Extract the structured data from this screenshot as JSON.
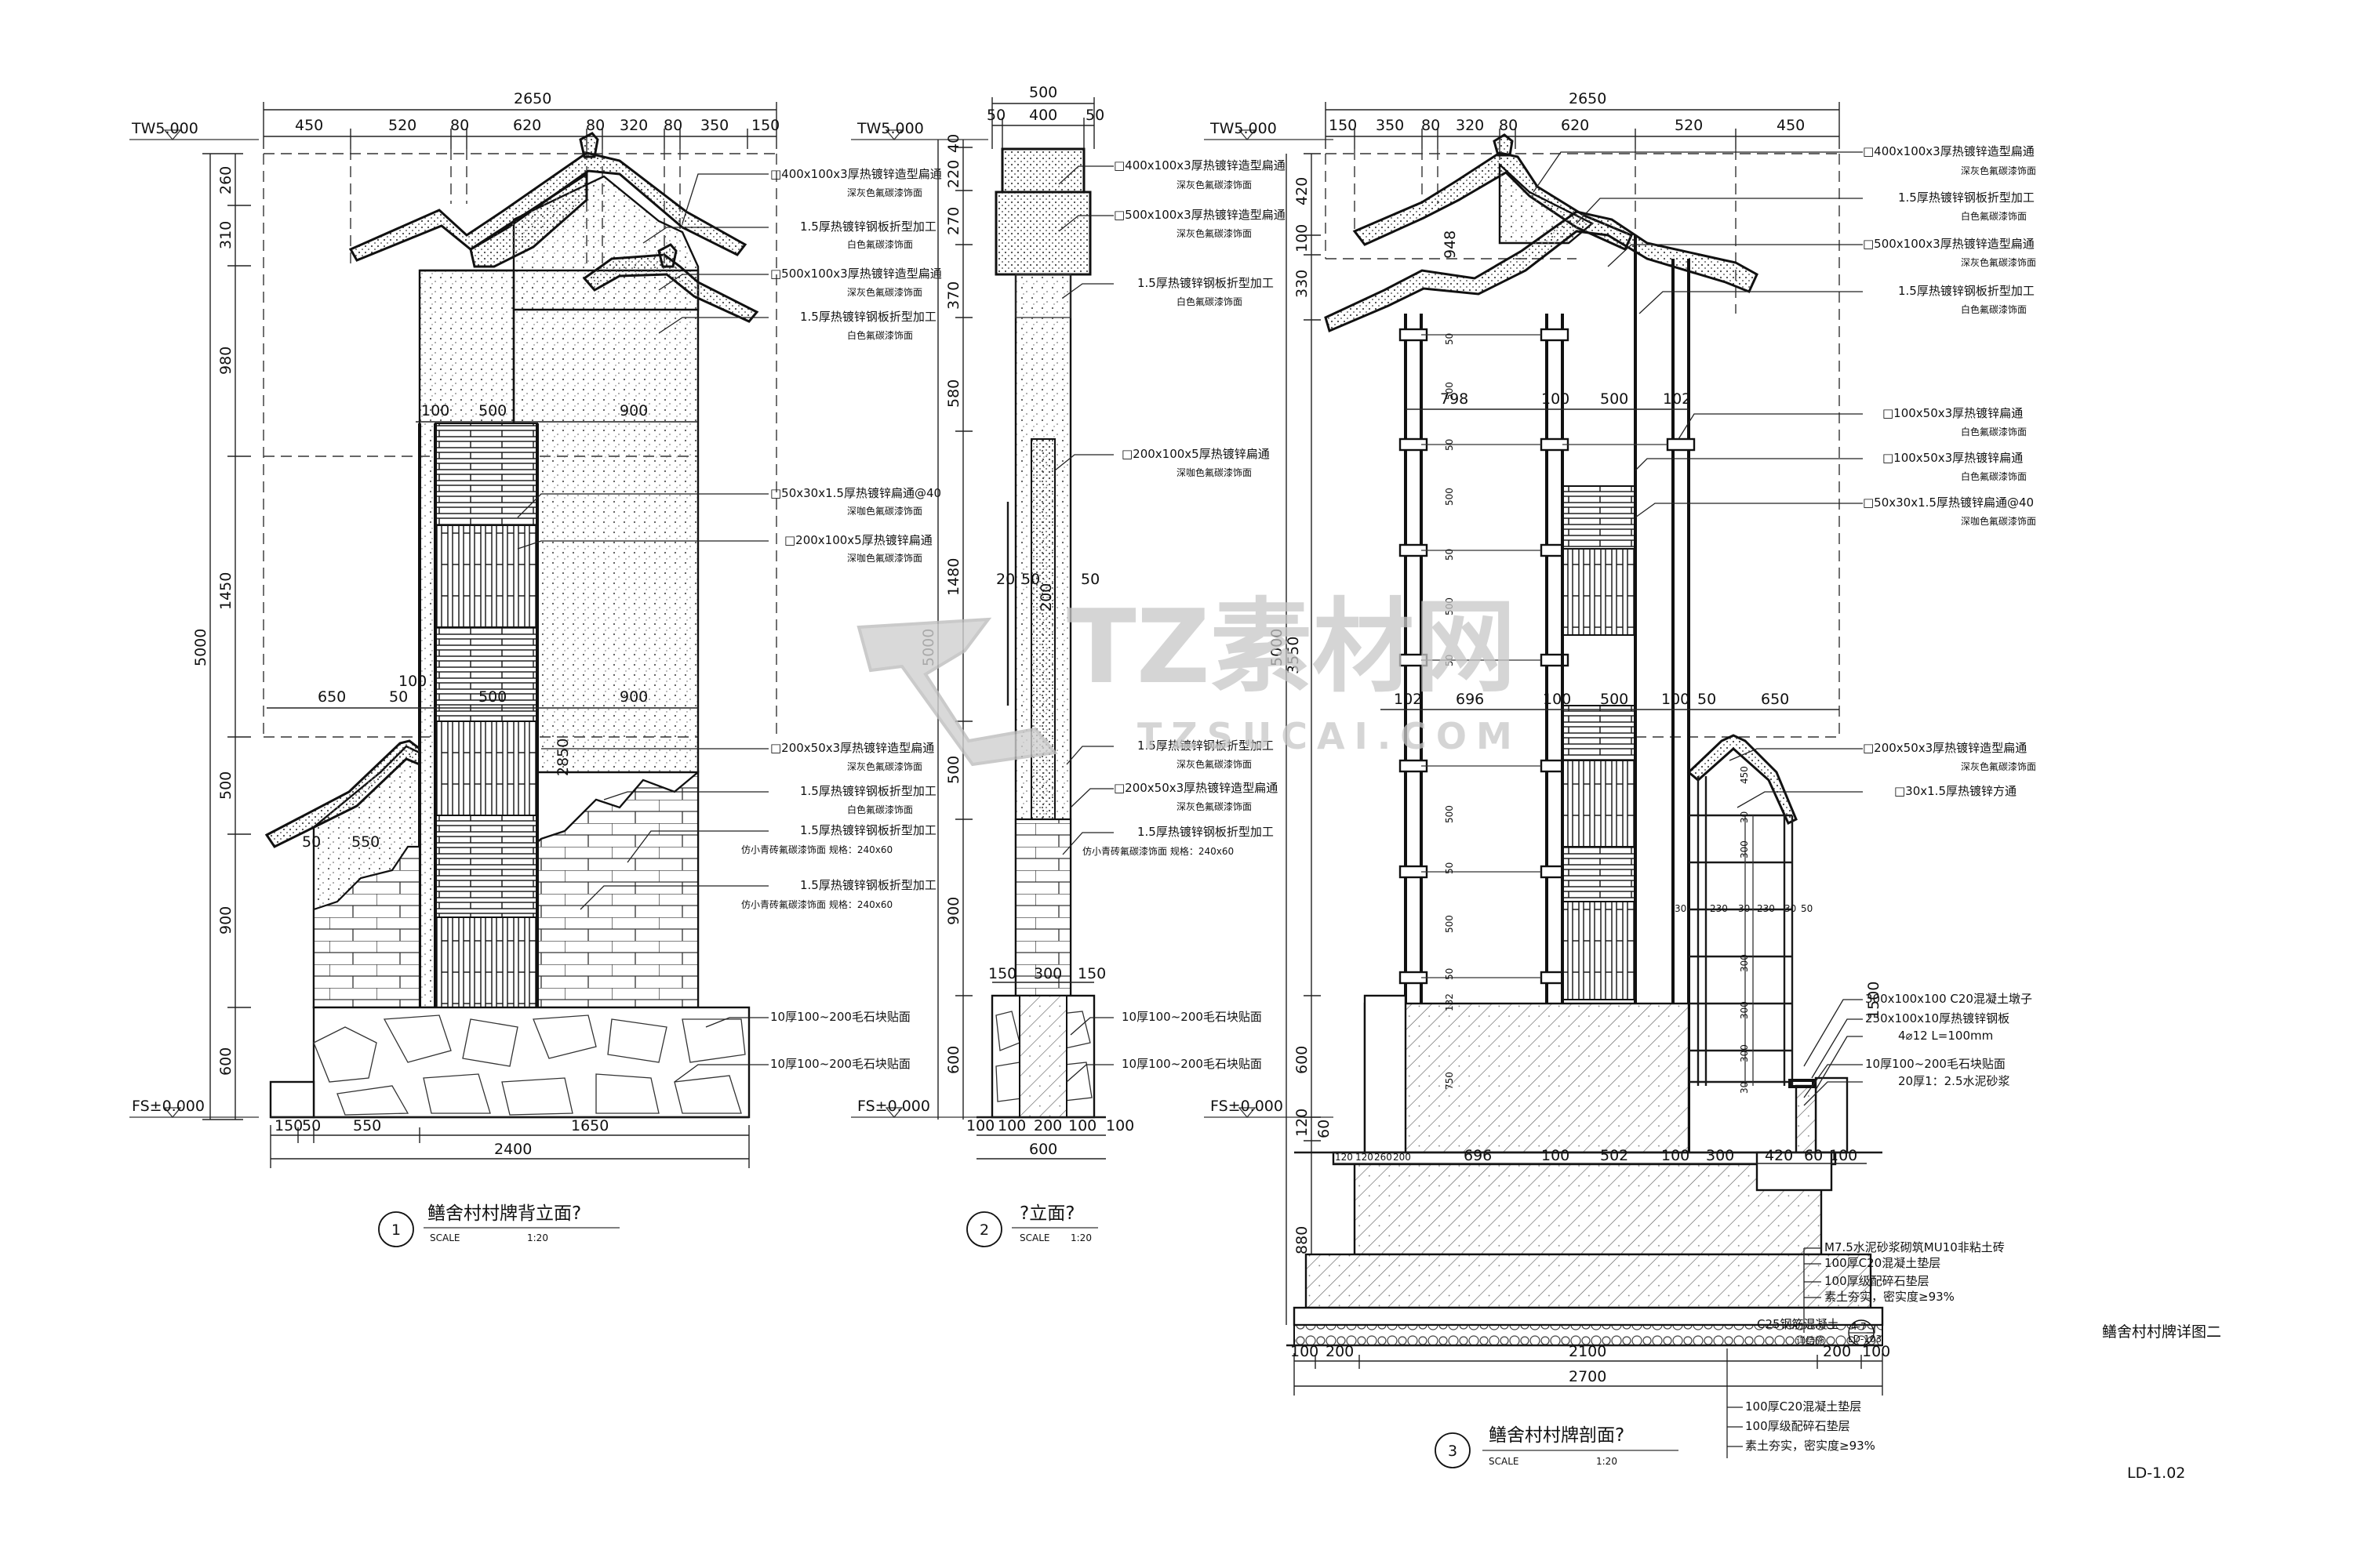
{
  "view1": {
    "dims_top": [
      "2650",
      "450",
      "520",
      "80",
      "620",
      "80",
      "320",
      "80",
      "350",
      "150"
    ],
    "dims_left": [
      "5000",
      "260",
      "310",
      "980",
      "1450",
      "500",
      "900",
      "600"
    ],
    "dims_inner": [
      "100",
      "500",
      "900",
      "650",
      "50",
      "100",
      "500",
      "900",
      "50",
      "550",
      "2850"
    ],
    "dims_bottom": [
      "150",
      "50",
      "550",
      "1650",
      "2400"
    ],
    "levels": {
      "top": "TW5.000",
      "bottom": "FS±0.000"
    },
    "notes": [
      [
        "□400x100x3厚热镀锌造型扁通",
        "深灰色氟碳漆饰面"
      ],
      [
        "1.5厚热镀锌钢板折型加工",
        "白色氟碳漆饰面"
      ],
      [
        "□500x100x3厚热镀锌造型扁通",
        "深灰色氟碳漆饰面"
      ],
      [
        "1.5厚热镀锌钢板折型加工",
        "白色氟碳漆饰面"
      ],
      [
        "□50x30x1.5厚热镀锌扁通@40",
        "深咖色氟碳漆饰面"
      ],
      [
        "□200x100x5厚热镀锌扁通",
        "深咖色氟碳漆饰面"
      ],
      [
        "□200x50x3厚热镀锌造型扁通",
        "深灰色氟碳漆饰面"
      ],
      [
        "1.5厚热镀锌钢板折型加工",
        "白色氟碳漆饰面"
      ],
      [
        "1.5厚热镀锌钢板折型加工",
        "仿小青砖氟碳漆饰面  规格：240x60"
      ],
      [
        "1.5厚热镀锌钢板折型加工",
        "仿小青砖氟碳漆饰面  规格：240x60"
      ],
      [
        "10厚100~200毛石块贴面"
      ],
      [
        "10厚100~200毛石块贴面"
      ]
    ],
    "title": {
      "num": "1",
      "name": "鳝舍村村牌背立面?",
      "scale_label": "SCALE",
      "scale": "1:20"
    }
  },
  "view2": {
    "dims_top": [
      "500",
      "400",
      "50",
      "50"
    ],
    "dims_left": [
      "5000",
      "40",
      "220",
      "270",
      "370",
      "580",
      "1480",
      "500",
      "900",
      "600"
    ],
    "dims_inner": [
      "20",
      "50",
      "200",
      "50",
      "150",
      "300",
      "150"
    ],
    "dims_bottom": [
      "100",
      "100",
      "200",
      "100",
      "100",
      "600"
    ],
    "levels": {
      "top": "TW5.000",
      "bottom": "FS±0.000"
    },
    "notes": [
      [
        "□400x100x3厚热镀锌造型扁通",
        "深灰色氟碳漆饰面"
      ],
      [
        "□500x100x3厚热镀锌造型扁通",
        "深灰色氟碳漆饰面"
      ],
      [
        "1.5厚热镀锌钢板折型加工",
        "白色氟碳漆饰面"
      ],
      [
        "□200x100x5厚热镀锌扁通",
        "深咖色氟碳漆饰面"
      ],
      [
        "1.5厚热镀锌钢板折型加工",
        "深灰色氟碳漆饰面"
      ],
      [
        "□200x50x3厚热镀锌造型扁通",
        "深灰色氟碳漆饰面"
      ],
      [
        "1.5厚热镀锌钢板折型加工",
        "仿小青砖氟碳漆饰面  规格：240x60"
      ],
      [
        "10厚100~200毛石块贴面"
      ],
      [
        "10厚100~200毛石块贴面"
      ]
    ],
    "title": {
      "num": "2",
      "name": "?立面?",
      "scale_label": "SCALE",
      "scale": "1:20"
    }
  },
  "view3": {
    "dims_top": [
      "2650",
      "150",
      "350",
      "80",
      "320",
      "80",
      "620",
      "520",
      "450"
    ],
    "dims_left": [
      "5000",
      "420",
      "100",
      "330",
      "600",
      "120",
      "60",
      "880",
      "200"
    ],
    "dims_inner": [
      "798",
      "100",
      "500",
      "102",
      "102",
      "696",
      "100",
      "500",
      "100",
      "50",
      "650",
      "948",
      "3550",
      "1500"
    ],
    "dims_col": [
      "50",
      "500",
      "50",
      "500",
      "50",
      "500",
      "50",
      "500",
      "50",
      "500",
      "50",
      "132",
      "750"
    ],
    "dims_side": [
      "450",
      "30",
      "300",
      "300",
      "300",
      "300",
      "30",
      "230",
      "30",
      "230",
      "30",
      "50",
      "30"
    ],
    "dims_base": [
      "120",
      "120",
      "260",
      "200",
      "696",
      "100",
      "502",
      "100",
      "300",
      "420",
      "60",
      "100"
    ],
    "dims_bottom": [
      "100",
      "200",
      "2100",
      "200",
      "100",
      "2700"
    ],
    "levels": {
      "top": "TW5.000",
      "bottom": "FS±0.000"
    },
    "notes": [
      [
        "□400x100x3厚热镀锌造型扁通",
        "深灰色氟碳漆饰面"
      ],
      [
        "1.5厚热镀锌钢板折型加工",
        "白色氟碳漆饰面"
      ],
      [
        "□500x100x3厚热镀锌造型扁通",
        "深灰色氟碳漆饰面"
      ],
      [
        "1.5厚热镀锌钢板折型加工",
        "白色氟碳漆饰面"
      ],
      [
        "□100x50x3厚热镀锌扁通",
        "白色氟碳漆饰面"
      ],
      [
        "□100x50x3厚热镀锌扁通",
        "白色氟碳漆饰面"
      ],
      [
        "□50x30x1.5厚热镀锌扁通@40",
        "深咖色氟碳漆饰面"
      ],
      [
        "□200x50x3厚热镀锌造型扁通",
        "深灰色氟碳漆饰面"
      ],
      [
        "□30x1.5厚热镀锌方通"
      ]
    ],
    "base_notes": [
      "300x100x100  C20混凝土墩子",
      "250x100x10厚热镀锌钢板",
      "4⌀12  L=100mm",
      "10厚100~200毛石块贴面",
      "20厚1：2.5水泥砂浆"
    ],
    "found_notes": [
      "M7.5水泥砂浆砌筑MU10非粘土砖",
      "100厚C20混凝土垫层",
      "100厚级配碎石垫层",
      "素土夯实，密实度≥93%",
      "C25钢筋混凝土",
      "详结施"
    ],
    "detail_ref": "4-7",
    "detail_sheet": "LD-103",
    "bottom_notes": [
      "100厚C20混凝土垫层",
      "100厚级配碎石垫层",
      "素土夯实，密实度≥93%"
    ],
    "title": {
      "num": "3",
      "name": "鳝舍村村牌剖面?",
      "scale_label": "SCALE",
      "scale": "1:20"
    }
  },
  "sheet": {
    "title": "鳝舍村村牌详图二",
    "number": "LD-1.02"
  },
  "watermark": {
    "main": "TZ素材网",
    "sub": "TZSUCAI.COM"
  }
}
